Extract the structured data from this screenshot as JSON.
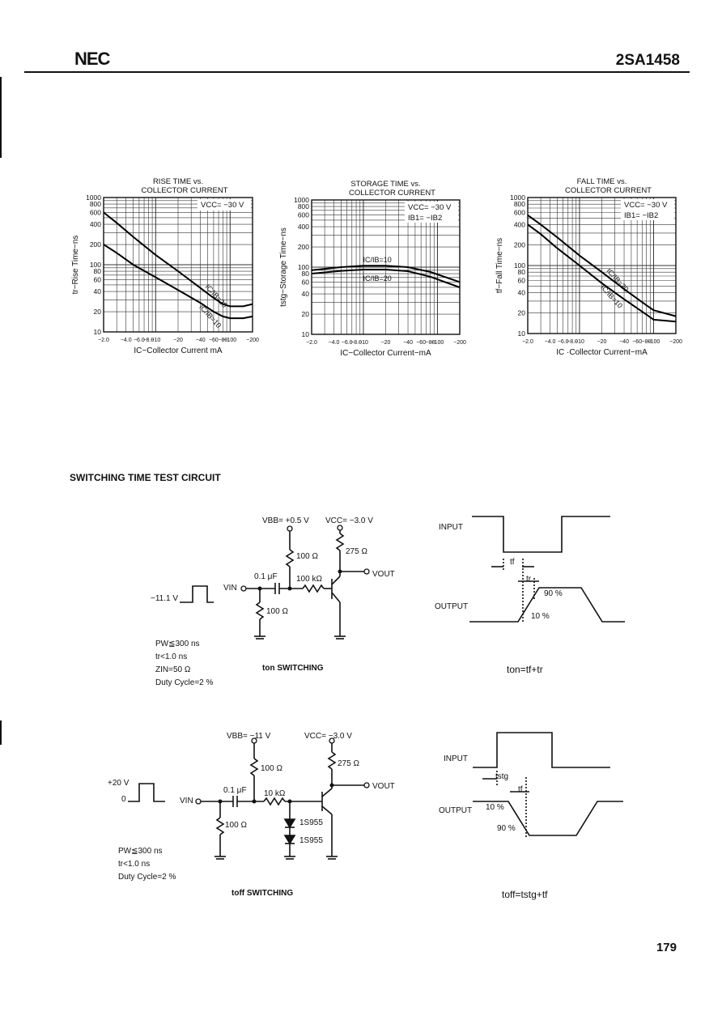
{
  "header": {
    "brand": "NEC",
    "part_number": "2SA1458"
  },
  "page_number": "179",
  "charts_x_ticks": [
    "−2.0",
    "−4.0",
    "−6.0",
    "−8.0",
    "−10",
    "−20",
    "−40",
    "−60",
    "−80",
    "−100",
    "−200"
  ],
  "charts_y_ticks": [
    "1000",
    "800",
    "600",
    "400",
    "200",
    "100",
    "80",
    "60",
    "40",
    "20",
    "10"
  ],
  "chart_data": [
    {
      "type": "line",
      "title": "RISE TIME vs. COLLECTOR CURRENT",
      "xlabel": "IC−Collector Current  mA",
      "ylabel": "tr−Rise Time−ns",
      "condition": "VCC= −30 V",
      "xlim": [
        -2,
        -200
      ],
      "ylim": [
        10,
        1000
      ],
      "log_x": true,
      "log_y": true,
      "grid": true,
      "series": [
        {
          "name": "IC/IB=20",
          "x": [
            -2,
            -3,
            -5,
            -10,
            -20,
            -40,
            -60,
            -80,
            -100,
            -150,
            -200
          ],
          "y": [
            600,
            420,
            260,
            140,
            80,
            45,
            32,
            26,
            24,
            24,
            26
          ]
        },
        {
          "name": "IC/IB=10",
          "x": [
            -2,
            -3,
            -5,
            -10,
            -20,
            -40,
            -60,
            -80,
            -100,
            -150,
            -200
          ],
          "y": [
            200,
            150,
            100,
            65,
            42,
            27,
            20,
            17,
            16,
            16,
            17
          ]
        }
      ]
    },
    {
      "type": "line",
      "title": "STORAGE TIME vs. COLLECTOR CURRENT",
      "xlabel": "IC−Collector Current−mA",
      "ylabel": "tstg−Storage Time−ns",
      "condition": "VCC= −30 V",
      "condition2": "IB1= −IB2",
      "xlim": [
        -2,
        -200
      ],
      "ylim": [
        10,
        1000
      ],
      "log_x": true,
      "log_y": true,
      "grid": true,
      "series": [
        {
          "name": "IC/IB=10",
          "x": [
            -2,
            -5,
            -10,
            -20,
            -40,
            -80,
            -200
          ],
          "y": [
            90,
            100,
            105,
            105,
            100,
            85,
            60
          ]
        },
        {
          "name": "IC/IB=20",
          "x": [
            -2,
            -5,
            -10,
            -20,
            -40,
            -80,
            -200
          ],
          "y": [
            80,
            88,
            92,
            92,
            87,
            72,
            50
          ]
        }
      ]
    },
    {
      "type": "line",
      "title": "FALL TIME vs. COLLECTOR CURRENT",
      "xlabel": "IC ·Collector Current−mA",
      "ylabel": "tf−Fall Time−ns",
      "condition": "VCC= −30 V",
      "condition2": "IB1= −IB2",
      "xlim": [
        -2,
        -200
      ],
      "ylim": [
        10,
        1000
      ],
      "log_x": true,
      "log_y": true,
      "grid": true,
      "series": [
        {
          "name": "IC/IB=20",
          "x": [
            -2,
            -3,
            -5,
            -10,
            -20,
            -40,
            -80,
            -100,
            -200
          ],
          "y": [
            550,
            400,
            260,
            140,
            80,
            45,
            26,
            22,
            18
          ]
        },
        {
          "name": "IC/IB=10",
          "x": [
            -2,
            -3,
            -5,
            -10,
            -20,
            -40,
            -80,
            -100,
            -200
          ],
          "y": [
            400,
            290,
            180,
            100,
            55,
            32,
            19,
            16,
            15
          ]
        }
      ]
    }
  ],
  "section_title": "SWITCHING TIME TEST CIRCUIT",
  "ton_circuit": {
    "vbb": "VBB= +0.5 V",
    "vcc": "VCC= −3.0 V",
    "r_base_bias": "100 Ω",
    "r_collector": "275 Ω",
    "cap": "0.1 μF",
    "r_base": "100 kΩ",
    "r_input": "100 Ω",
    "vin": "VIN",
    "vout": "VOUT",
    "pulse_level": "−11.1 V",
    "notes": [
      "PW≦300 ns",
      "tr<1.0 ns",
      "ZIN=50 Ω",
      "Duty Cycle=2 %"
    ],
    "caption": "ton SWITCHING"
  },
  "ton_timing": {
    "input": "INPUT",
    "output": "OUTPUT",
    "tf": "tf",
    "tr": "tr",
    "p90": "90 %",
    "p10": "10 %",
    "formula": "ton=tf+tr"
  },
  "toff_circuit": {
    "vbb": "VBB= −11 V",
    "vcc": "VCC= −3.0 V",
    "r_base_bias": "100 Ω",
    "r_collector": "275 Ω",
    "cap": "0.1 μF",
    "r_base": "10 kΩ",
    "r_input": "100 Ω",
    "diode1": "1S955",
    "diode2": "1S955",
    "vin": "VIN",
    "vout": "VOUT",
    "pulse_high": "+20 V",
    "pulse_low": "0",
    "notes": [
      "PW≦300 ns",
      "tr<1.0 ns",
      "Duty Cycle=2 %"
    ],
    "caption": "toff SWITCHING"
  },
  "toff_timing": {
    "input": "INPUT",
    "output": "OUTPUT",
    "tstg": "tstg",
    "tf": "tf",
    "p10": "10 %",
    "p90": "90 %",
    "formula": "toff=tstg+tf"
  }
}
